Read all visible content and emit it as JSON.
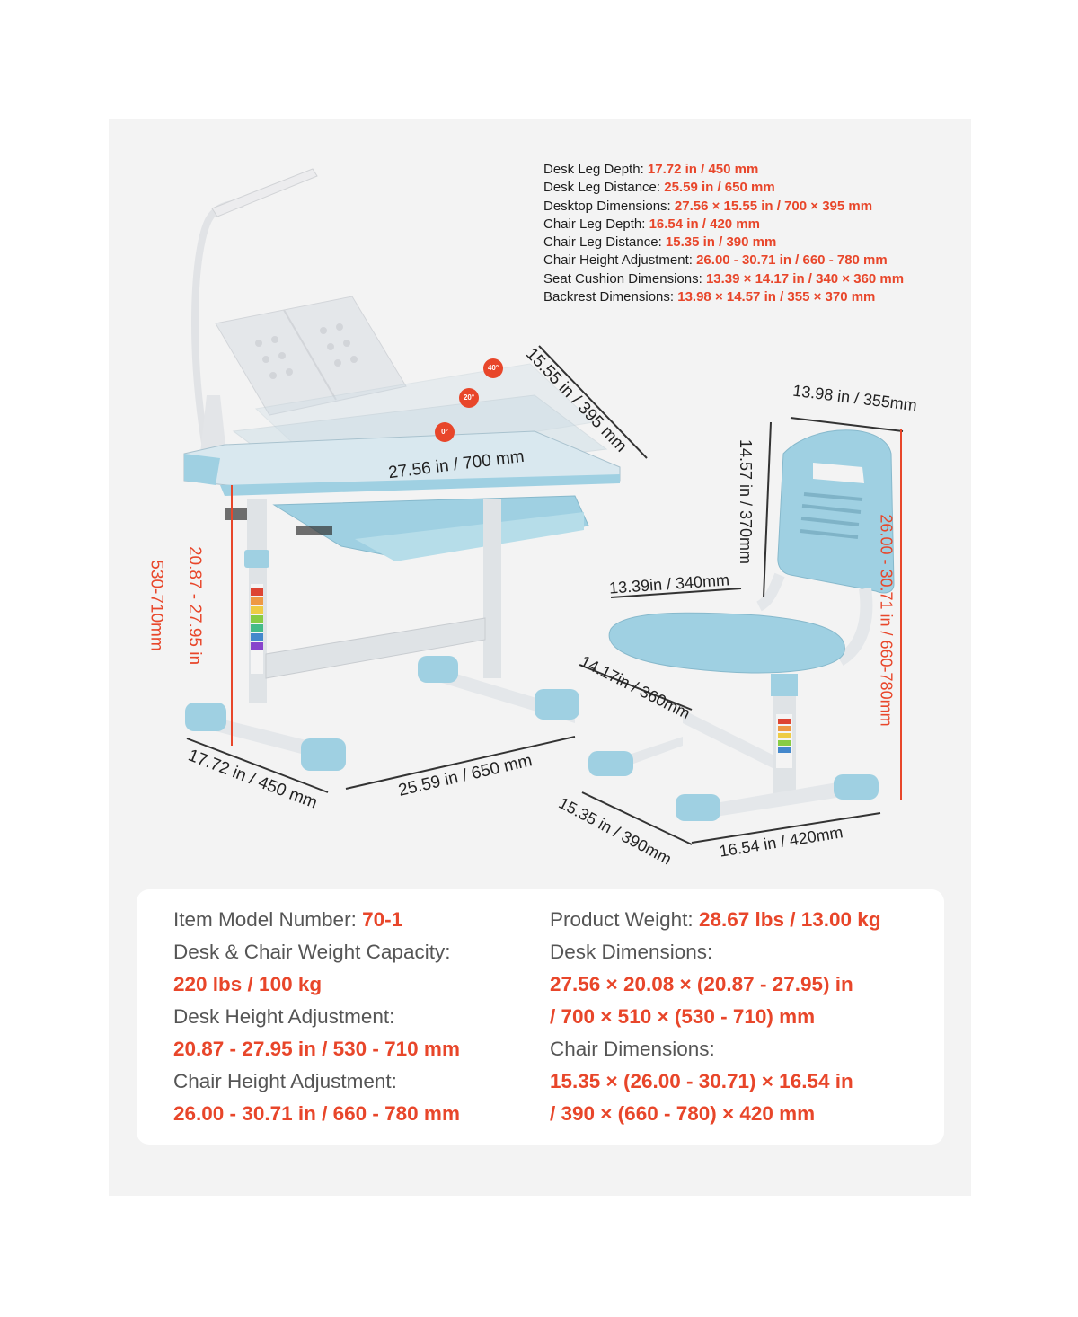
{
  "colors": {
    "accent": "#e8462a",
    "product_blue": "#9fd0e2",
    "frame_grey": "#dfe3e6",
    "background": "#f3f3f3"
  },
  "spec_list": [
    {
      "label": "Desk Leg Depth:",
      "value": "17.72 in / 450 mm"
    },
    {
      "label": "Desk Leg Distance:",
      "value": "25.59 in / 650 mm"
    },
    {
      "label": "Desktop Dimensions:",
      "value": "27.56 × 15.55 in / 700 × 395 mm"
    },
    {
      "label": "Chair Leg Depth:",
      "value": "16.54 in / 420 mm"
    },
    {
      "label": "Chair Leg Distance:",
      "value": "15.35 in / 390 mm"
    },
    {
      "label": "Chair Height Adjustment:",
      "value": "26.00 - 30.71 in / 660 - 780 mm"
    },
    {
      "label": "Seat Cushion Dimensions:",
      "value": "13.39 × 14.17 in / 340 × 360 mm"
    },
    {
      "label": "Backrest Dimensions:",
      "value": "13.98 × 14.57 in / 355 × 370 mm"
    }
  ],
  "angles": [
    "40°",
    "20°",
    "0°"
  ],
  "dimensions": {
    "desktop_depth": "15.55 in / 395 mm",
    "desktop_width": "27.56 in / 700 mm",
    "desk_height": "20.87 - 27.95 in",
    "desk_height_mm": "530-710mm",
    "desk_leg_depth": "17.72 in / 450 mm",
    "desk_leg_distance": "25.59 in / 650 mm",
    "backrest_width": "13.98 in / 355mm",
    "backrest_height": "14.57 in / 370mm",
    "chair_height": "26.00 - 30.71 in / 660-780mm",
    "seat_width": "13.39in / 340mm",
    "seat_depth": "14.17in / 360mm",
    "chair_leg_distance": "15.35 in / 390mm",
    "chair_leg_depth": "16.54 in / 420mm"
  },
  "info": {
    "model_label": "Item Model Number:",
    "model_value": "70-1",
    "capacity_label": "Desk & Chair Weight Capacity:",
    "capacity_value": "220 lbs / 100 kg",
    "desk_height_label": "Desk Height Adjustment:",
    "desk_height_value": "20.87 - 27.95 in / 530 - 710 mm",
    "chair_height_label": "Chair Height Adjustment:",
    "chair_height_value": "26.00 - 30.71 in / 660 - 780 mm",
    "weight_label": "Product Weight:",
    "weight_value": "28.67 lbs / 13.00 kg",
    "desk_dims_label": "Desk Dimensions:",
    "desk_dims_value_1": "27.56 × 20.08 × (20.87 - 27.95) in",
    "desk_dims_value_2": "/ 700 × 510 × (530 - 710) mm",
    "chair_dims_label": "Chair Dimensions:",
    "chair_dims_value_1": "15.35 × (26.00 - 30.71) × 16.54 in",
    "chair_dims_value_2": "/ 390 × (660 - 780) × 420 mm"
  }
}
